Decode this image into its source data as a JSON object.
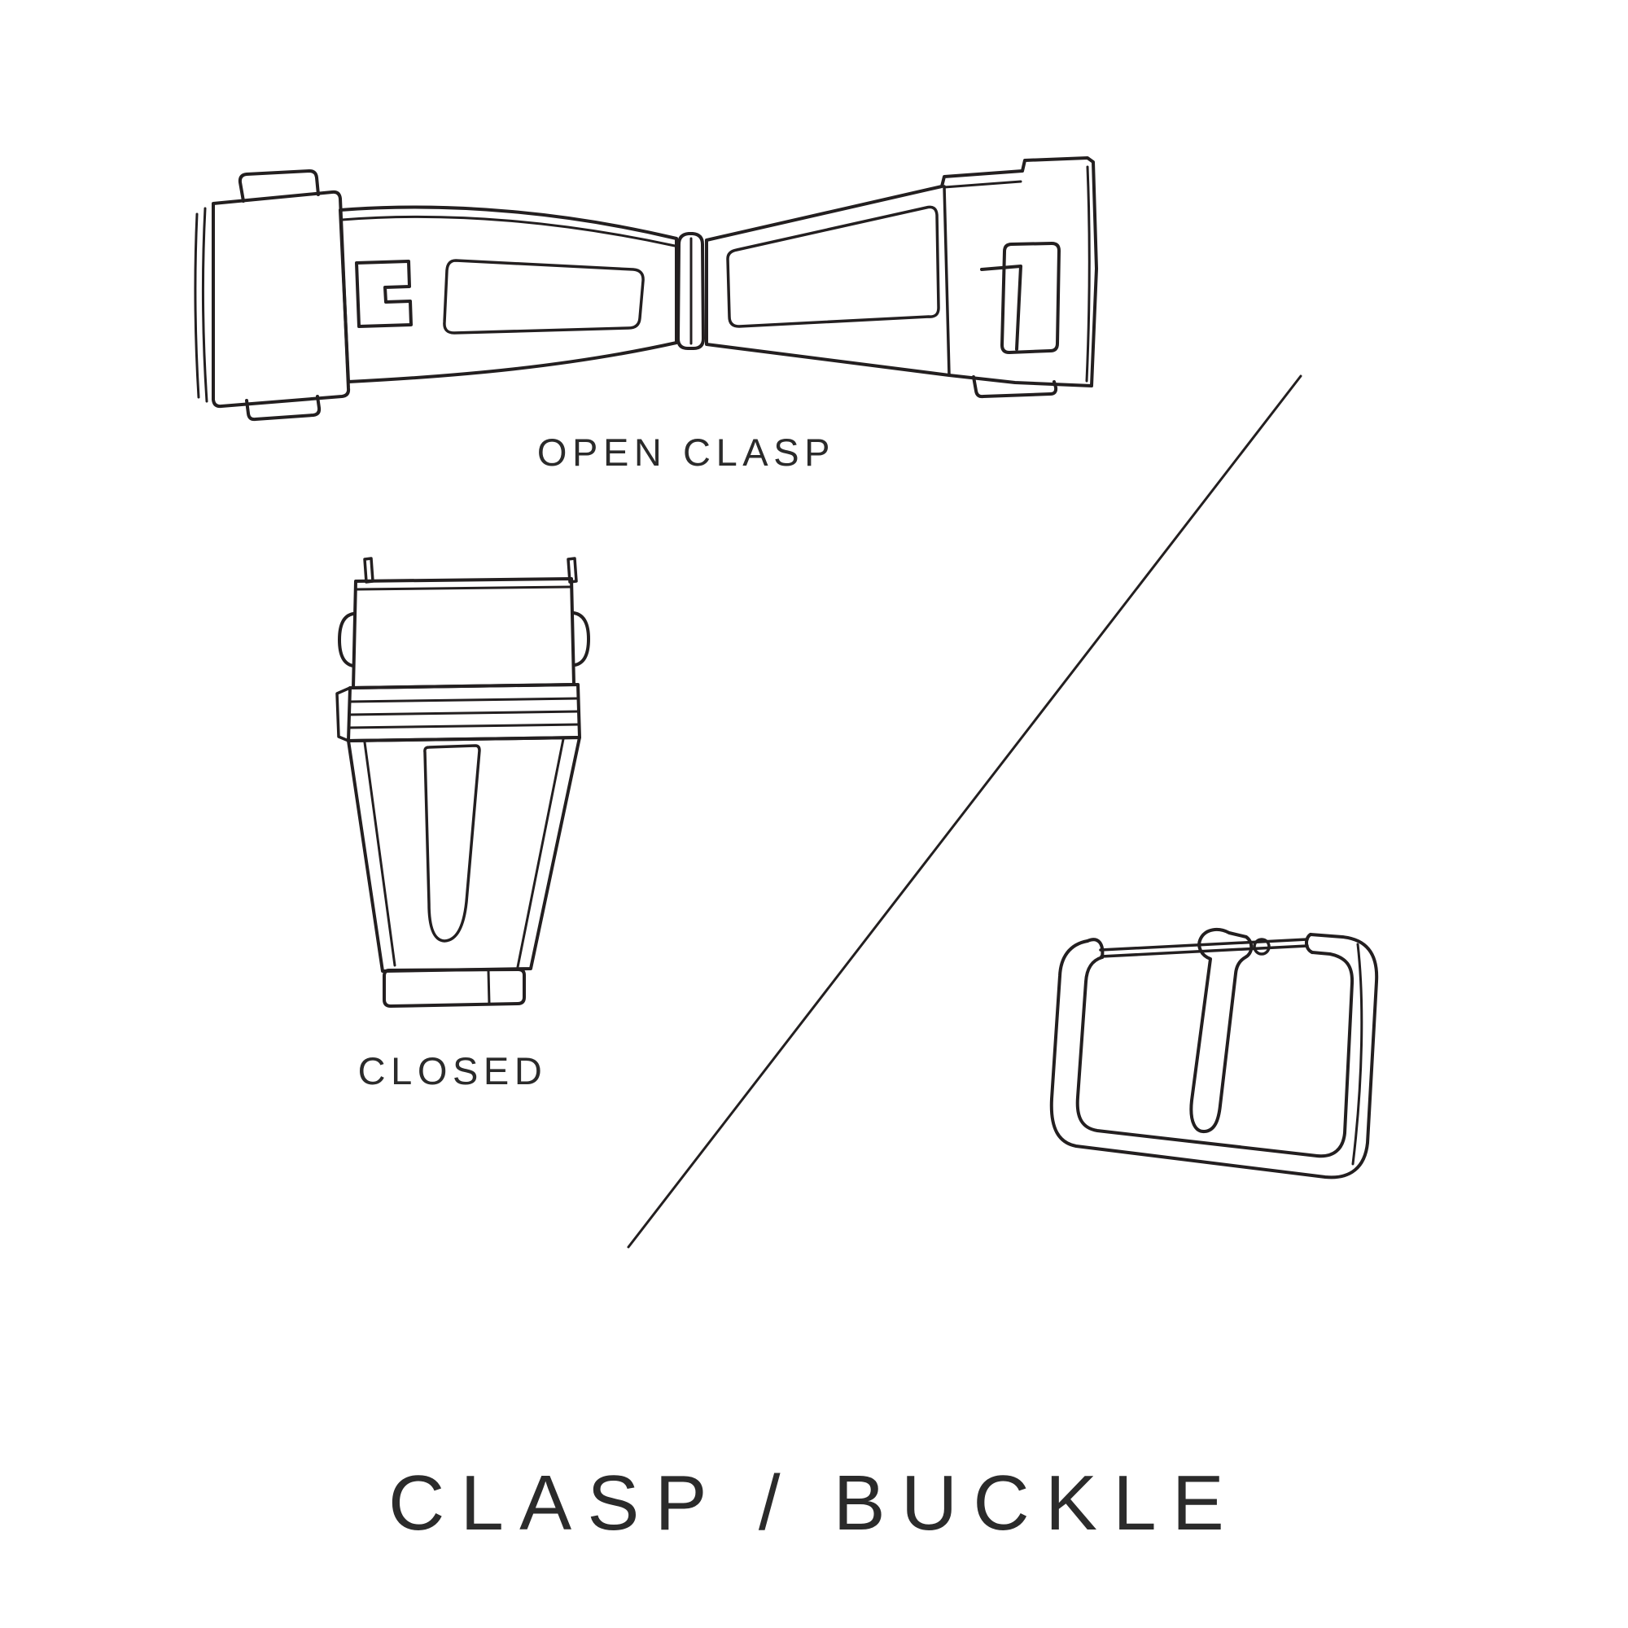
{
  "title": "CLASP / BUCKLE",
  "figures": {
    "open_clasp": {
      "caption": "OPEN CLASP"
    },
    "closed_clasp": {
      "caption": "CLOSED"
    },
    "buckle": {
      "caption": ""
    }
  },
  "colors": {
    "background": "#ffffff",
    "line": "#231f20",
    "text": "#2b2b2b"
  }
}
